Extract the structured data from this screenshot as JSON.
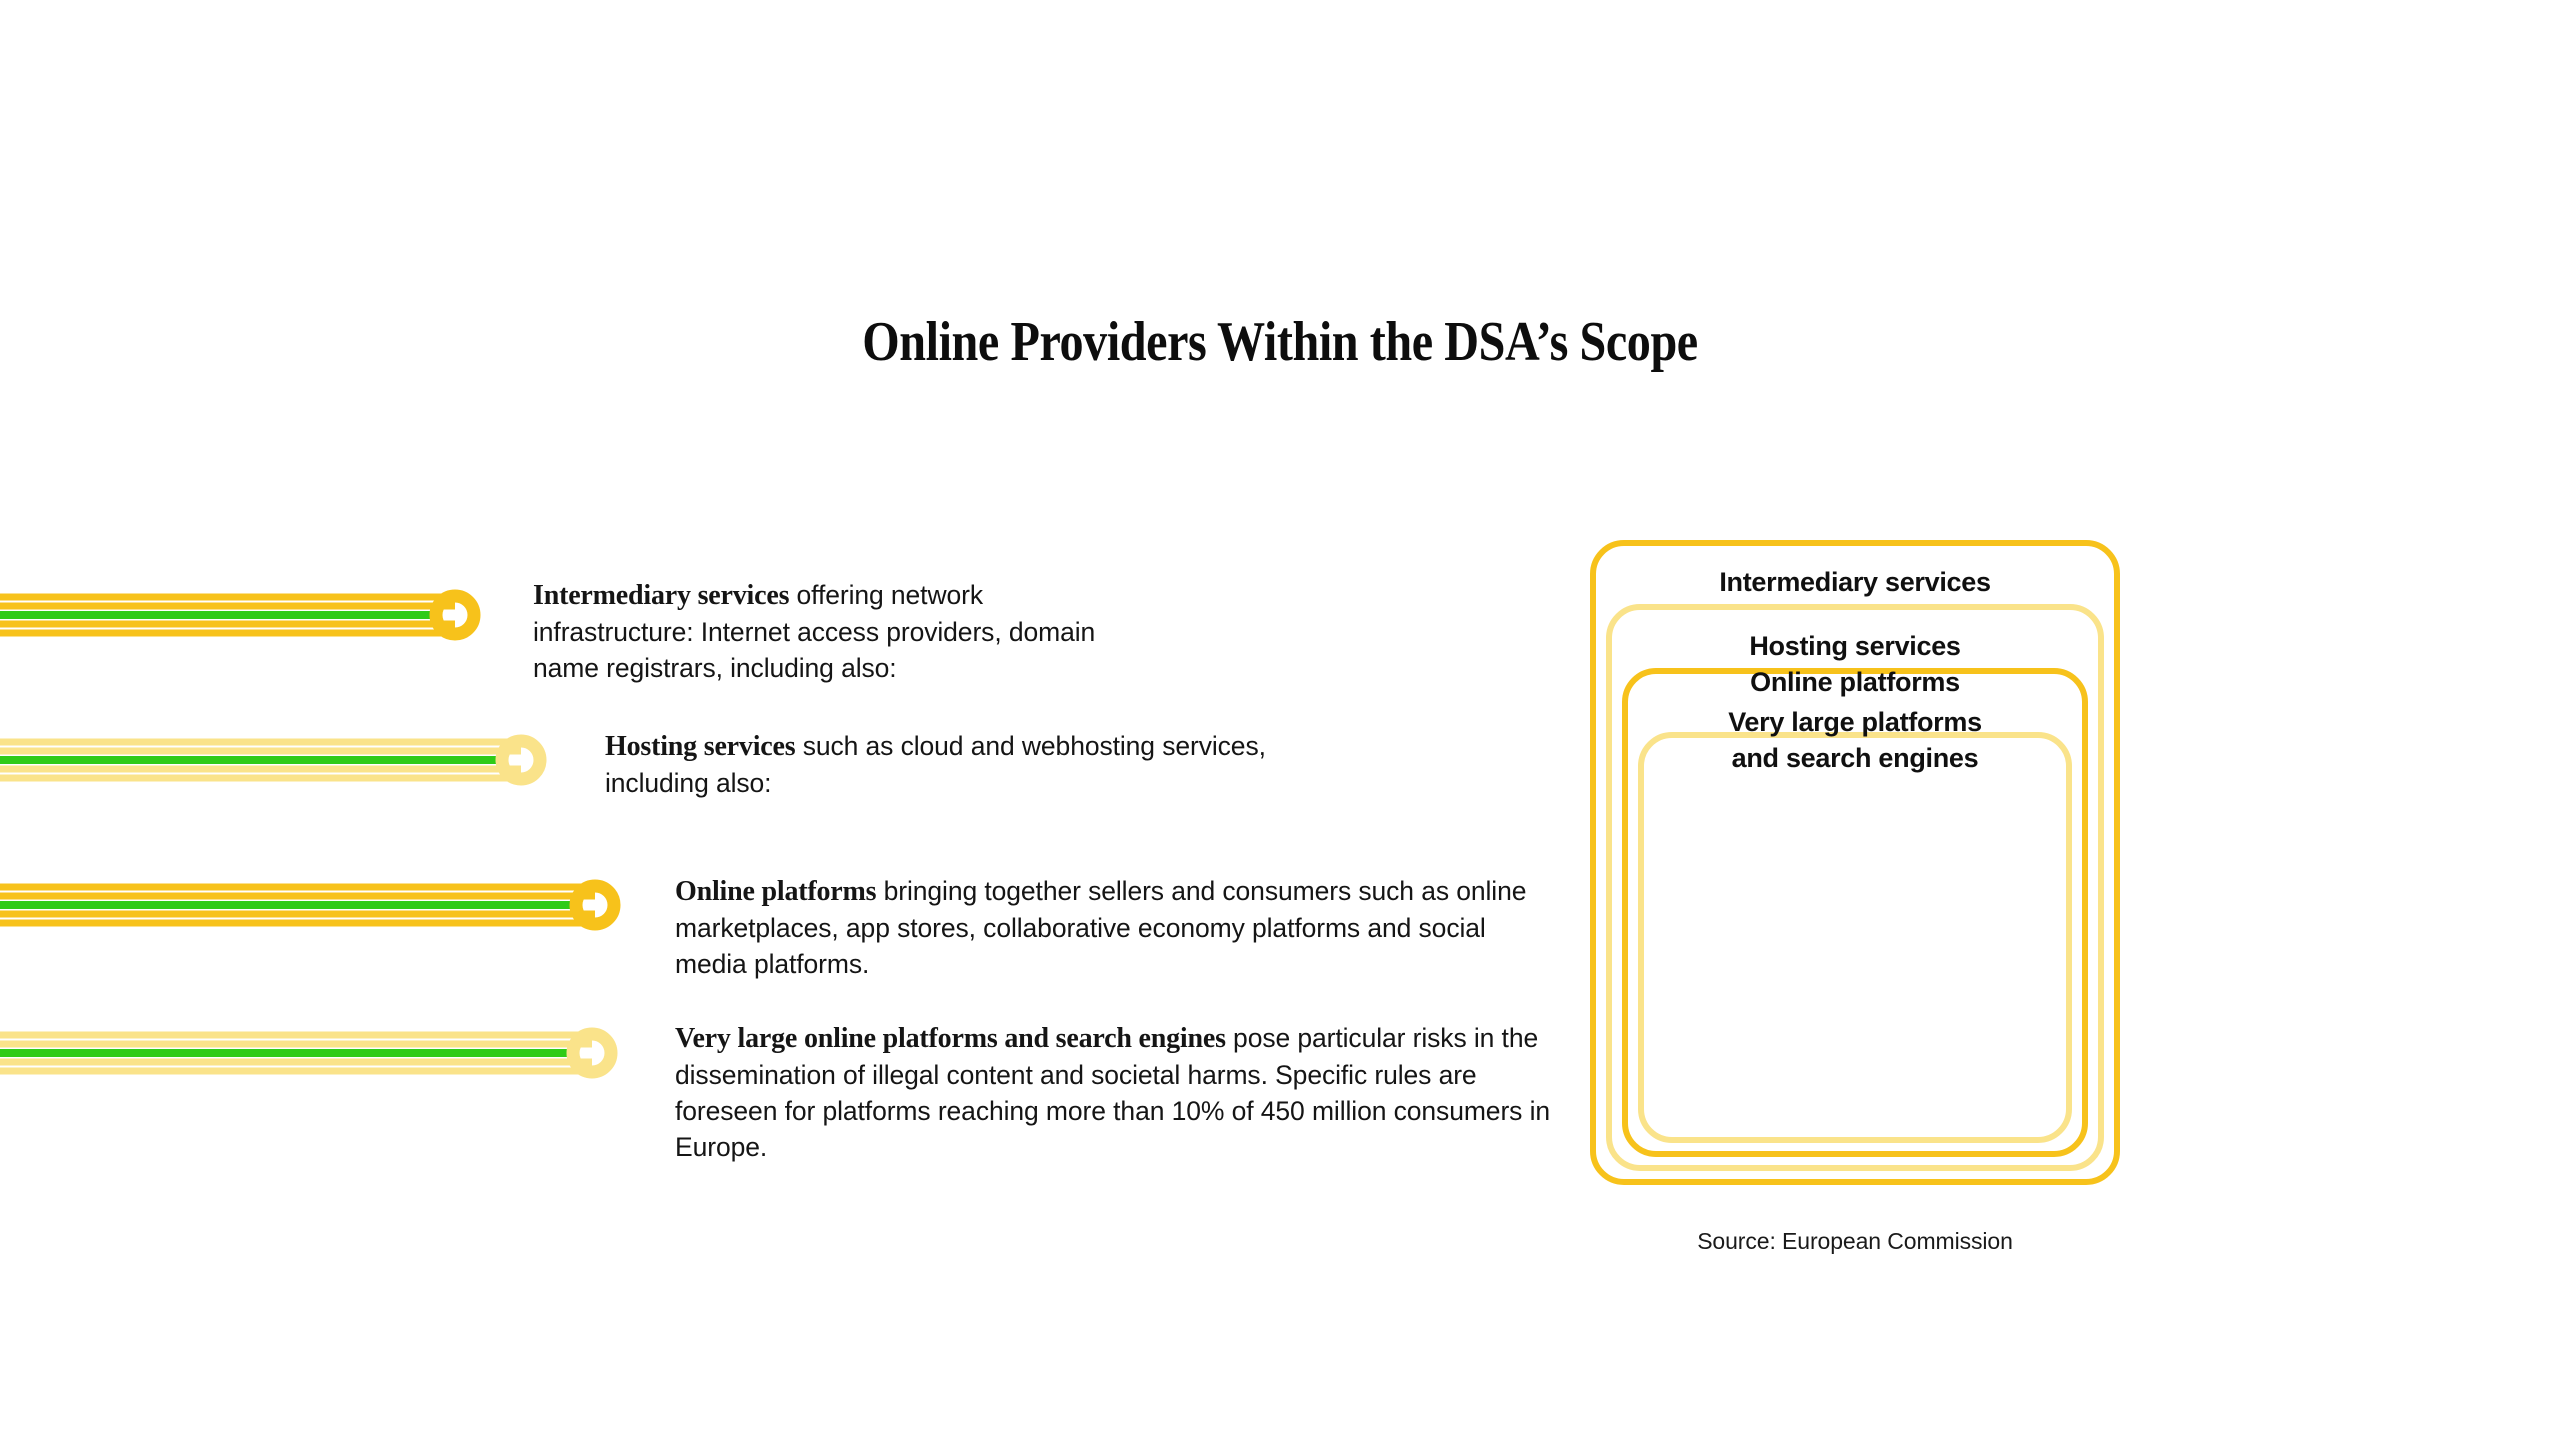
{
  "title": "Online Providers Within the DSA’s Scope",
  "source_note": "Source: European Commission",
  "colors": {
    "yellow_strong": "#F7C21B",
    "yellow_pale": "#FAE38A",
    "green": "#2FCB17",
    "text": "#111111",
    "background": "#FFFFFF"
  },
  "descriptions": [
    {
      "lead": "Intermediary services",
      "body": " offering network infrastructure: Internet access providers, domain name registrars, including also:",
      "connector_tone": "strong"
    },
    {
      "lead": "Hosting services",
      "body": " such as cloud and webhosting services, including also:",
      "connector_tone": "pale"
    },
    {
      "lead": "Online platforms",
      "body": " bringing together sellers and consumers such as online marketplaces, app stores, collaborative economy platforms and social media platforms.",
      "connector_tone": "strong"
    },
    {
      "lead": "Very large online platforms and search engines",
      "body": " pose particular risks in the dissemination of illegal content and societal harms. Specific rules are foreseen for platforms reaching more than 10% of 450 million consumers in Europe.",
      "connector_tone": "pale"
    }
  ],
  "nested_boxes": [
    {
      "label": "Intermediary services",
      "tone": "strong"
    },
    {
      "label": "Hosting services",
      "tone": "pale"
    },
    {
      "label": "Online platforms",
      "tone": "strong"
    },
    {
      "label": "Very large platforms\nand search engines",
      "tone": "pale"
    }
  ],
  "chart_data": {
    "type": "diagram",
    "subtype": "nested-containment",
    "title": "Online Providers Within the DSA’s Scope",
    "source": "Source: European Commission",
    "levels": [
      {
        "depth": 0,
        "name": "Intermediary services",
        "tone": "strong",
        "detail": "Intermediary services offering network infrastructure: Internet access providers, domain name registrars, including also:"
      },
      {
        "depth": 1,
        "name": "Hosting services",
        "tone": "pale",
        "detail": "Hosting services such as cloud and webhosting services, including also:"
      },
      {
        "depth": 2,
        "name": "Online platforms",
        "tone": "strong",
        "detail": "Online platforms bringing together sellers and consumers such as online marketplaces, app stores, collaborative economy platforms and social media platforms."
      },
      {
        "depth": 3,
        "name": "Very large platforms and search engines",
        "tone": "pale",
        "detail": "Very large online platforms and search engines pose particular risks in the dissemination of illegal content and societal harms. Specific rules are foreseen for platforms reaching more than 10% of 450 million consumers in Europe."
      }
    ],
    "threshold_note": "more than 10% of 450 million consumers in Europe",
    "threshold_percent": 10,
    "consumer_base_millions": 450
  }
}
